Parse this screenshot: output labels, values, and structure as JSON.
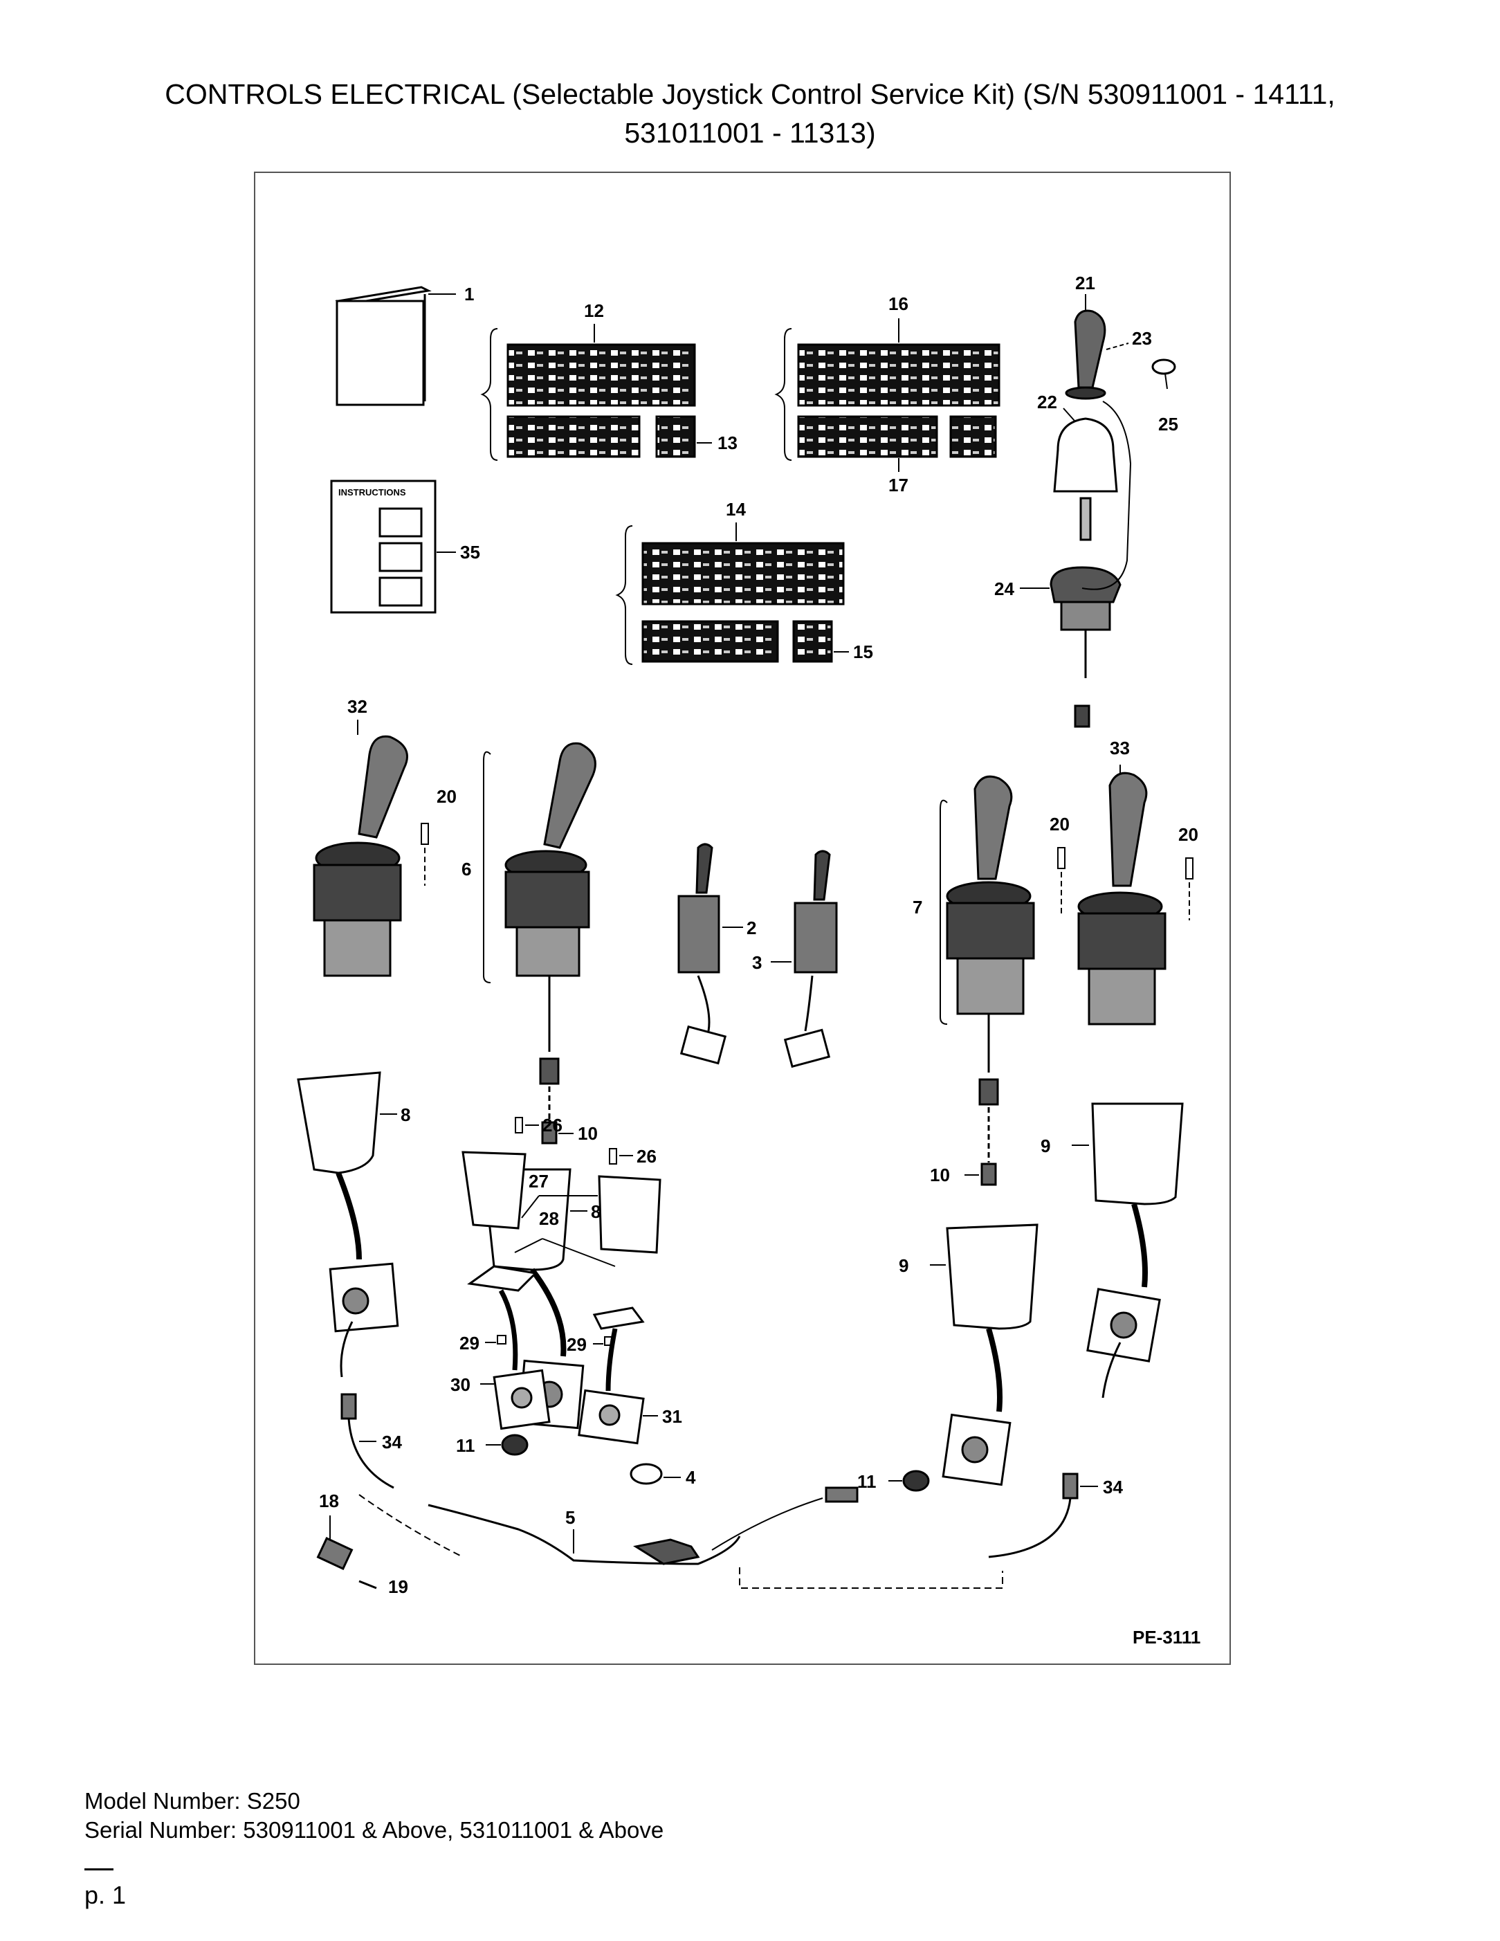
{
  "header": {
    "title_line1": "CONTROLS ELECTRICAL (Selectable Joystick Control Service Kit) (S/N 530911001 - 14111,",
    "title_line2": "531011001 - 11313)"
  },
  "diagram": {
    "figure_code": "PE-3111",
    "instructions_label": "INSTRUCTIONS",
    "callouts": {
      "c1": "1",
      "c2": "2",
      "c3": "3",
      "c4": "4",
      "c5": "5",
      "c6": "6",
      "c7": "7",
      "c8a": "8",
      "c8b": "8",
      "c9a": "9",
      "c9b": "9",
      "c10a": "10",
      "c10b": "10",
      "c11a": "11",
      "c11b": "11",
      "c12": "12",
      "c13": "13",
      "c14": "14",
      "c15": "15",
      "c16": "16",
      "c17": "17",
      "c18": "18",
      "c19": "19",
      "c20a": "20",
      "c20b": "20",
      "c20c": "20",
      "c21": "21",
      "c22": "22",
      "c23": "23",
      "c24": "24",
      "c25": "25",
      "c26a": "26",
      "c26b": "26",
      "c27": "27",
      "c28": "28",
      "c29a": "29",
      "c29b": "29",
      "c30": "30",
      "c31": "31",
      "c32": "32",
      "c33": "33",
      "c34a": "34",
      "c34b": "34",
      "c35": "35"
    }
  },
  "footer": {
    "model_line": "Model Number: S250",
    "serial_line": "Serial Number: 530911001 & Above, 531011001 & Above",
    "page": "p. 1"
  }
}
